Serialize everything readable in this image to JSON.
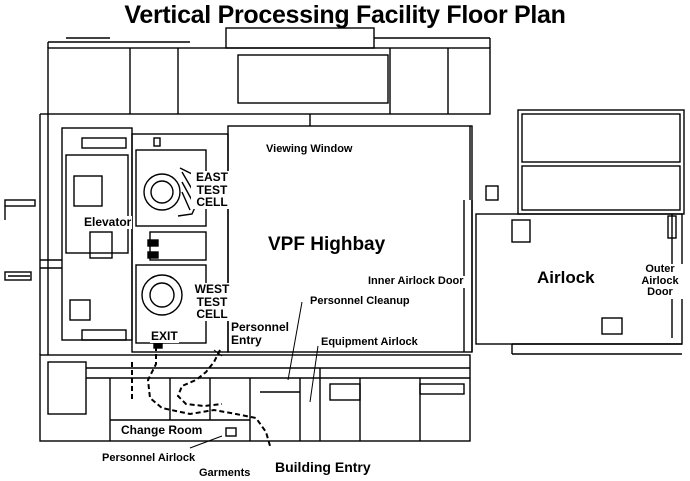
{
  "title": "Vertical Processing Facility Floor Plan",
  "rooms": {
    "highbay": "VPF Highbay",
    "airlock": "Airlock",
    "east_test_cell": [
      "EAST",
      "TEST",
      "CELL"
    ],
    "west_test_cell": [
      "WEST",
      "TEST",
      "CELL"
    ],
    "elevator": "Elevator",
    "change_room": "Change Room"
  },
  "features": {
    "viewing_window": "Viewing Window",
    "inner_airlock_door": "Inner Airlock Door",
    "outer_airlock_door": [
      "Outer",
      "Airlock",
      "Door"
    ],
    "personnel_cleanup": "Personnel Cleanup",
    "equipment_airlock": "Equipment Airlock",
    "personnel_entry": [
      "Personnel",
      "Entry"
    ],
    "exit": "EXIT",
    "personnel_airlock": "Personnel Airlock",
    "garments": "Garments",
    "building_entry": "Building Entry"
  }
}
